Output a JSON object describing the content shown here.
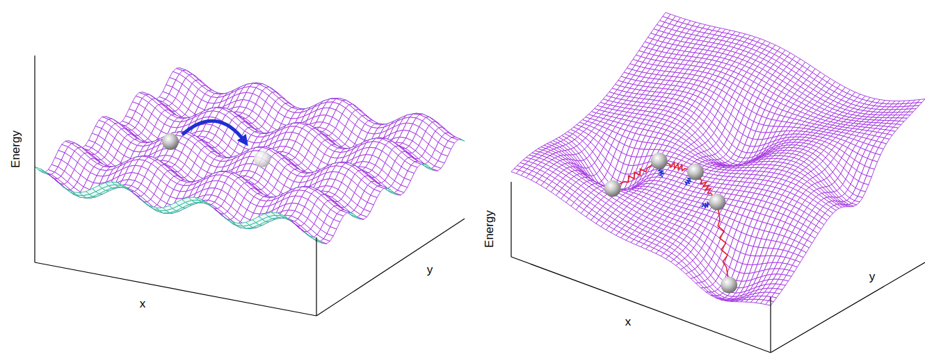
{
  "diagram": {
    "labels": [
      "Energy",
      "x",
      "y",
      "Energy",
      "x",
      "y"
    ]
  }
}
